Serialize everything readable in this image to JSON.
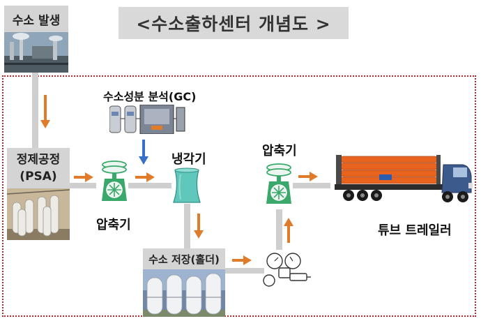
{
  "title": "<수소출하센터 개념도 >",
  "stages": {
    "production": "수소 발생",
    "purification_line1": "정제공정",
    "purification_line2": "(PSA)",
    "analysis": "수소성분 분석(GC)",
    "compressor_1": "압축기",
    "cooler": "냉각기",
    "compressor_2": "압축기",
    "storage": "수소 저장(홀더)",
    "trailer": "튜브 트레일러"
  },
  "colors": {
    "arrow": "#e07b2a",
    "blue_arrow": "#3a6fc9",
    "frame": "#b2262b",
    "label_bg": "#d4d4d4",
    "compressor_green": "#3aa86b",
    "cooler_teal": "#5fc7bc",
    "tube_orange": "#e8641e"
  },
  "icons": [
    "factory-photo",
    "psa-tanks-photo",
    "gc-analyzer",
    "compressor-icon",
    "cooling-tower-icon",
    "storage-tanks-photo",
    "regulator-valve-icon",
    "tube-trailer-truck"
  ]
}
